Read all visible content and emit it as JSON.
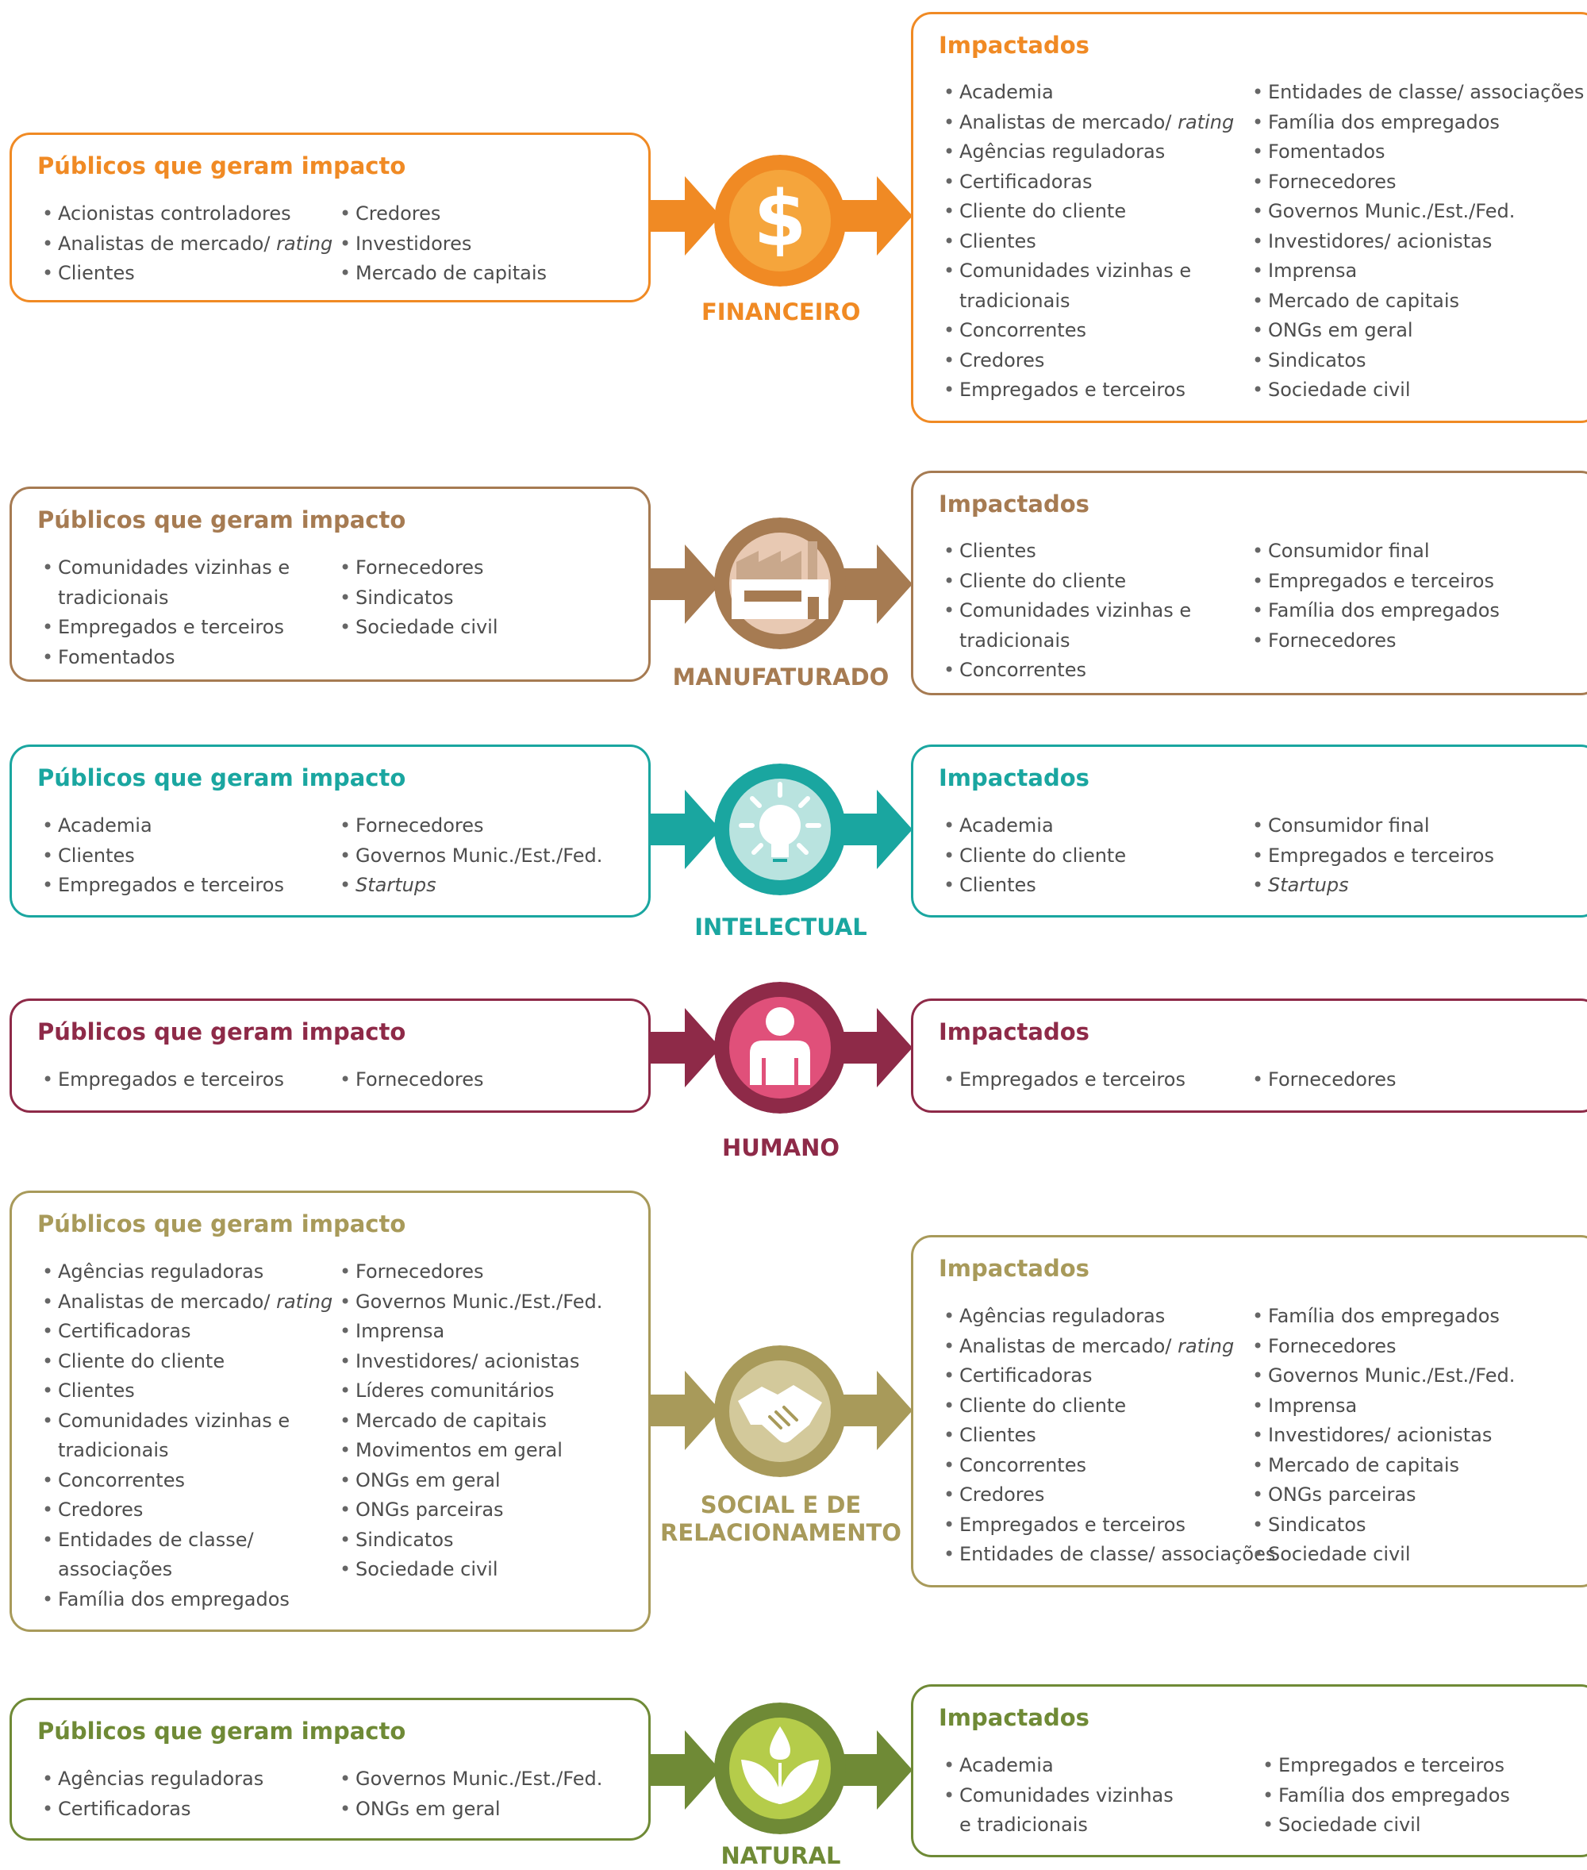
{
  "colors": {
    "financeiro": "#f08a24",
    "manufaturado": "#a67b52",
    "intelectual": "#1aa6a0",
    "humano": "#8e2a48",
    "social": "#a89a5a",
    "natural": "#6f8a36"
  },
  "icons": {
    "financeiro": "dollar-icon",
    "manufaturado": "factory-icon",
    "intelectual": "lightbulb-icon",
    "humano": "person-icon",
    "social": "handshake-icon",
    "natural": "leaves-icon"
  },
  "sections": {
    "financeiro": {
      "label": "FINANCEIRO",
      "left": {
        "title": "Públicos que geram impacto",
        "col1": [
          "Acionistas controladores",
          "Analistas de mercado/ ",
          "Clientes"
        ],
        "col1_italic": [
          "",
          "rating",
          ""
        ],
        "col2": [
          "Credores",
          "Investidores",
          "Mercado de capitais"
        ]
      },
      "right": {
        "title": "Impactados",
        "col1": [
          "Academia",
          "Analistas de mercado/ ",
          "Agências reguladoras",
          "Certificadoras",
          "Cliente do cliente",
          "Clientes",
          "Comunidades vizinhas e",
          "tradicionais",
          "Concorrentes",
          "Credores",
          "Empregados e terceiros"
        ],
        "col1_italic": [
          "",
          "rating",
          "",
          "",
          "",
          "",
          "",
          "",
          "",
          "",
          ""
        ],
        "col2": [
          "Entidades de classe/ associações",
          "Família dos empregados",
          "Fomentados",
          "Fornecedores",
          "Governos Munic./Est./Fed.",
          "Investidores/ acionistas",
          "Imprensa",
          "Mercado de capitais",
          "ONGs em geral",
          "Sindicatos",
          "Sociedade civil"
        ]
      }
    },
    "manufaturado": {
      "label": "MANUFATURADO",
      "left": {
        "title": "Públicos que geram impacto",
        "col1": [
          "Comunidades vizinhas e",
          "tradicionais",
          "Empregados e terceiros",
          "Fomentados"
        ],
        "col2": [
          "Fornecedores",
          "Sindicatos",
          "Sociedade civil"
        ]
      },
      "right": {
        "title": "Impactados",
        "col1": [
          "Clientes",
          "Cliente do cliente",
          "Comunidades vizinhas e",
          "tradicionais",
          "Concorrentes"
        ],
        "col2": [
          "Consumidor final",
          "Empregados e terceiros",
          "Família dos empregados",
          "Fornecedores"
        ]
      }
    },
    "intelectual": {
      "label": "INTELECTUAL",
      "left": {
        "title": "Públicos que geram impacto",
        "col1": [
          "Academia",
          "Clientes",
          "Empregados e terceiros"
        ],
        "col2": [
          "Fornecedores",
          "Governos Munic./Est./Fed.",
          "Startups"
        ]
      },
      "right": {
        "title": "Impactados",
        "col1": [
          "Academia",
          "Cliente do cliente",
          "Clientes"
        ],
        "col2": [
          "Consumidor final",
          "Empregados e terceiros",
          "Startups"
        ]
      }
    },
    "humano": {
      "label": "HUMANO",
      "left": {
        "title": "Públicos que geram impacto",
        "col1": [
          "Empregados e terceiros"
        ],
        "col2": [
          "Fornecedores"
        ]
      },
      "right": {
        "title": "Impactados",
        "col1": [
          "Empregados e terceiros"
        ],
        "col2": [
          "Fornecedores"
        ]
      }
    },
    "social": {
      "label_line1": "SOCIAL E DE",
      "label_line2": "RELACIONAMENTO",
      "left": {
        "title": "Públicos que geram impacto",
        "col1": [
          "Agências reguladoras",
          "Analistas de mercado/ ",
          "Certificadoras",
          "Cliente do cliente",
          "Clientes",
          "Comunidades vizinhas e",
          "tradicionais",
          "Concorrentes",
          "Credores",
          "Entidades de classe/",
          "associações",
          "Família dos empregados"
        ],
        "col1_italic": [
          "",
          "rating",
          "",
          "",
          "",
          "",
          "",
          "",
          "",
          "",
          "",
          ""
        ],
        "col2": [
          "Fornecedores",
          "Governos Munic./Est./Fed.",
          "Imprensa",
          "Investidores/ acionistas",
          "Líderes comunitários",
          "Mercado de capitais",
          "Movimentos em geral",
          "ONGs em geral",
          "ONGs parceiras",
          "Sindicatos",
          "Sociedade civil"
        ]
      },
      "right": {
        "title": "Impactados",
        "col1": [
          "Agências reguladoras",
          "Analistas de mercado/ ",
          "Certificadoras",
          "Cliente do cliente",
          "Clientes",
          "Concorrentes",
          "Credores",
          "Empregados e terceiros",
          "Entidades de classe/ associações"
        ],
        "col1_italic": [
          "",
          "rating",
          "",
          "",
          "",
          "",
          "",
          "",
          ""
        ],
        "col2": [
          "Família dos empregados",
          "Fornecedores",
          "Governos Munic./Est./Fed.",
          "Imprensa",
          "Investidores/ acionistas",
          "Mercado de capitais",
          "ONGs parceiras",
          "Sindicatos",
          "Sociedade civil"
        ]
      }
    },
    "natural": {
      "label": "NATURAL",
      "left": {
        "title": "Públicos que geram impacto",
        "col1": [
          "Agências reguladoras",
          "Certificadoras"
        ],
        "col2": [
          "Governos Munic./Est./Fed.",
          "ONGs em geral"
        ]
      },
      "right": {
        "title": "Impactados",
        "col1": [
          "Academia",
          "Comunidades vizinhas",
          "e tradicionais"
        ],
        "col2": [
          "Empregados e terceiros",
          "Família dos empregados",
          "Sociedade civil"
        ]
      }
    }
  }
}
